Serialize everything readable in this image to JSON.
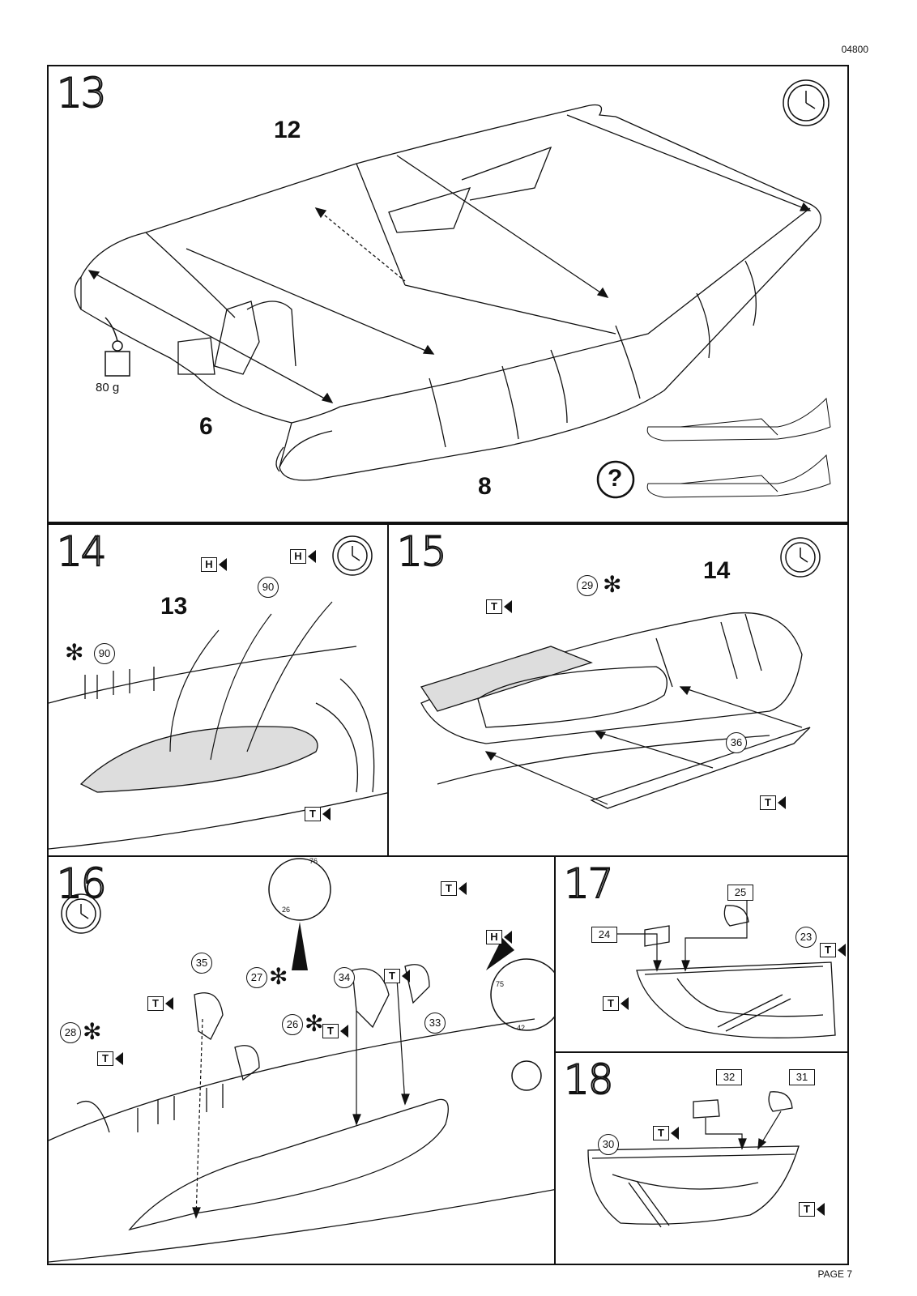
{
  "header": {
    "code": "04800"
  },
  "footer": {
    "page": "PAGE 7"
  },
  "steps": {
    "s13": {
      "num": "13",
      "labels": {
        "p12": "12",
        "p6": "6",
        "p8": "8"
      },
      "weight": "80 g",
      "help": "?"
    },
    "s14": {
      "num": "14",
      "labels": {
        "p13": "13",
        "p90a": "90",
        "p90b": "90",
        "h": "H",
        "t": "T"
      }
    },
    "s15": {
      "num": "15",
      "labels": {
        "p14": "14",
        "p29": "29",
        "p36": "36",
        "t": "T"
      }
    },
    "s16": {
      "num": "16",
      "labels": {
        "p35": "35",
        "p27": "27",
        "p34": "34",
        "p33": "33",
        "p28": "28",
        "p26": "26",
        "d76": "76",
        "d26": "26",
        "d75": "75",
        "d42": "42",
        "t": "T",
        "h": "H"
      }
    },
    "s17": {
      "num": "17",
      "labels": {
        "p25": "25",
        "p24": "24",
        "p23": "23",
        "t": "T"
      }
    },
    "s18": {
      "num": "18",
      "labels": {
        "p32": "32",
        "p31": "31",
        "p30": "30",
        "t": "T"
      }
    }
  }
}
